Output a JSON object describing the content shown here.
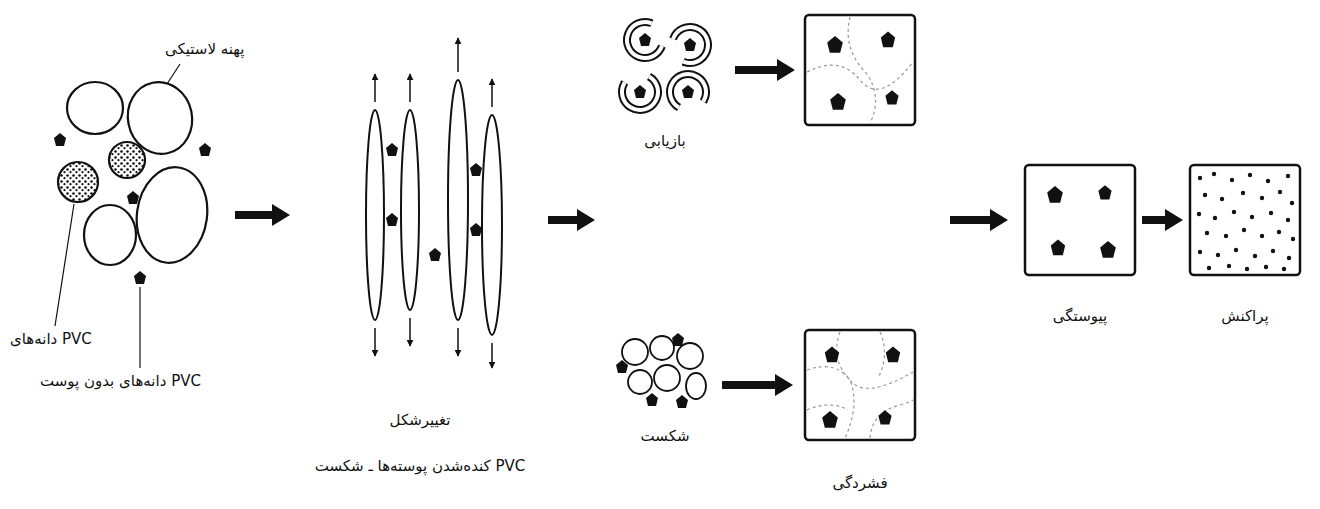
{
  "diagram": {
    "nodes": [
      {
        "text": [
          "تغییرشکل",
          "کنده‌شدن پوسته‌ها ـ شکست PVC"
        ]
      },
      {
        "text": [
          "بازیابی"
        ]
      },
      {
        "text": [
          "شکست"
        ]
      },
      {
        "text": [
          "فشردگی"
        ]
      },
      {
        "text": [
          "پیوستگی"
        ]
      },
      {
        "text": [
          "پراکنش"
        ]
      }
    ],
    "edges": [
      {
        "from": 2,
        "to": 3,
        "arrow": "to"
      },
      {
        "from": 4,
        "to": 5,
        "arrow": "to"
      }
    ],
    "labels": [
      "پهنه لاستیکی",
      "دانه‌های PVC",
      "دانه‌های بدون پوست PVC"
    ]
  }
}
